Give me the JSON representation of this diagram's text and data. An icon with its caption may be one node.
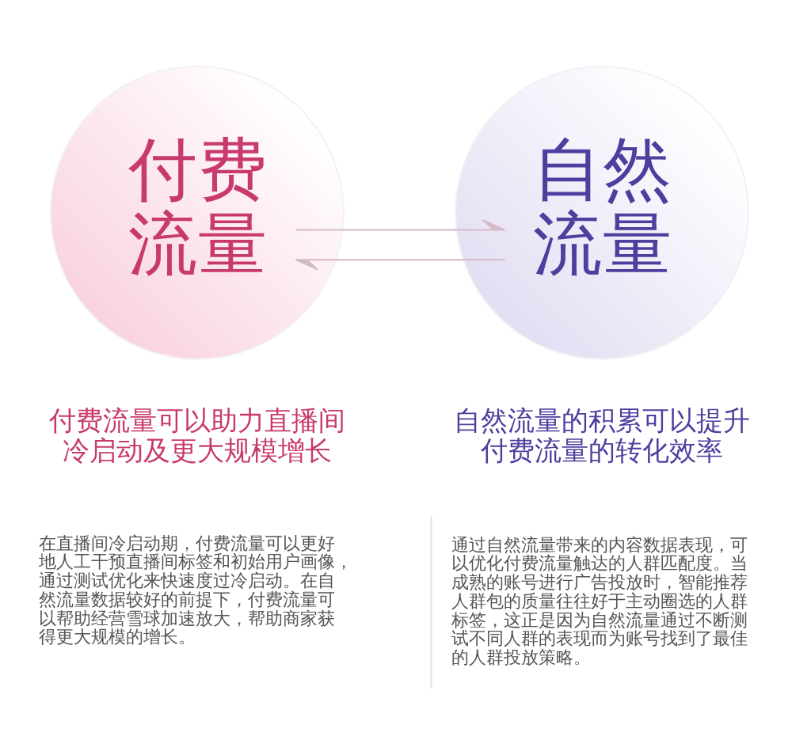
{
  "diagram": {
    "nodes": [
      {
        "text": [
          "付费流量"
        ]
      },
      {
        "text": [
          "自然流量"
        ]
      }
    ],
    "edges": [
      {
        "from": 0,
        "to": 1,
        "arrow": "to"
      },
      {
        "from": 1,
        "to": 0,
        "arrow": "to"
      }
    ],
    "labels": [
      "付费流量可以助力直播间冷启动及更大规模增长",
      "在直播间冷启动期，付费流量可以更好地人工干预直播间标签和初始用户画像，通过测试优化来快速度过冷启动。在自然流量数据较好的前提下，付费流量可以帮助经营雪球加速放大，帮助商家获得更大规模的增长。",
      "自然流量的积累可以提升付费流量的转化效率",
      "通过自然流量带来的内容数据表现，可以优化付费流量触达的人群匹配度。当成熟的账号进行广告投放时，智能推荐人群包的质量往往好于主动圈选的人群标签，这正是因为自然流量通过不断测试不同人群的表现而为账号找到了最佳的人群投放策略。"
    ]
  }
}
